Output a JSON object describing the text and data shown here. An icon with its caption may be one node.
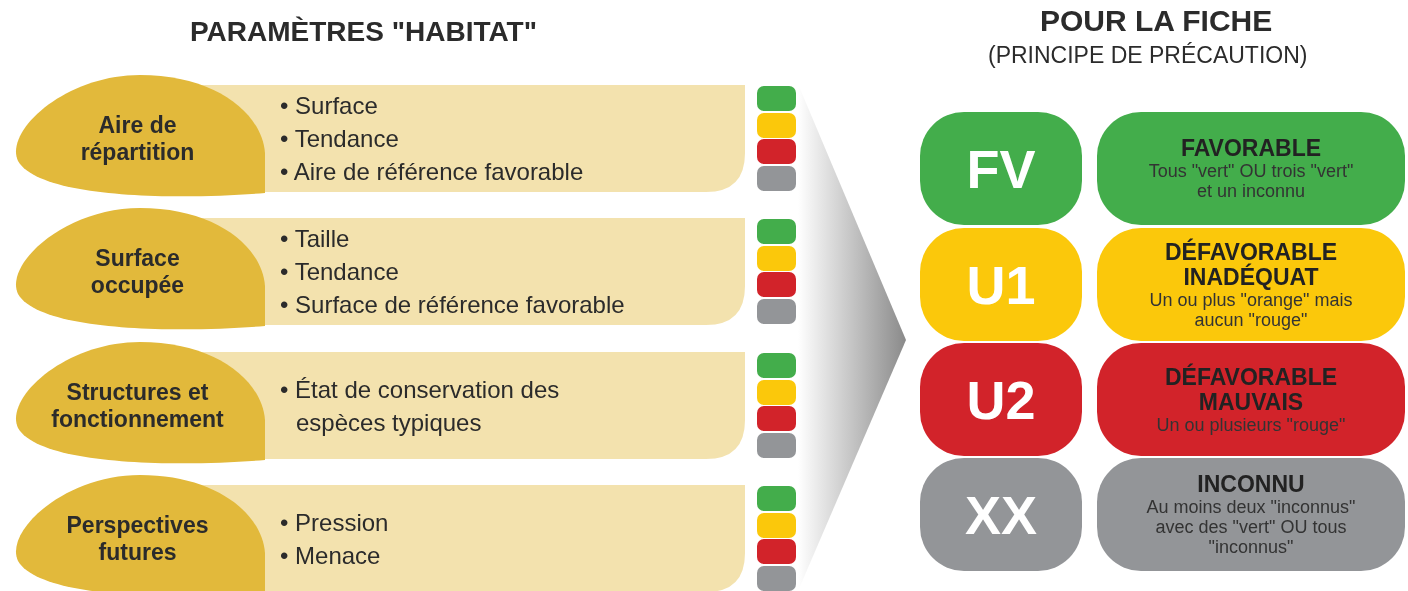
{
  "diagram": {
    "title": "PARAMÈTRES \"HABITAT\"",
    "nodes": [
      {
        "text": [
          "Aire de répartition",
          "• Surface",
          "• Tendance",
          "• Aire de référence favorable"
        ]
      },
      {
        "text": [
          "Surface occupée",
          "• Taille",
          "• Tendance",
          "• Surface de référence favorable"
        ]
      },
      {
        "text": [
          "Structures et fonctionnement",
          "• État de conservation des espèces typiques"
        ]
      },
      {
        "text": [
          "Perspectives futures",
          "• Pression",
          "• Menace"
        ]
      },
      {
        "text": [
          "FV"
        ]
      },
      {
        "text": [
          "FAVORABLE",
          "Tous \"vert\" OU trois \"vert\" et un inconnu"
        ]
      },
      {
        "text": [
          "U1"
        ]
      },
      {
        "text": [
          "DÉFAVORABLE INADÉQUAT",
          "Un ou plus \"orange\" mais aucun \"rouge\""
        ]
      },
      {
        "text": [
          "U2"
        ]
      },
      {
        "text": [
          "DÉFAVORABLE MAUVAIS",
          "Un ou plusieurs \"rouge\""
        ]
      },
      {
        "text": [
          "XX"
        ]
      },
      {
        "text": [
          "INCONNU",
          "Au moins deux \"inconnus\" avec des \"vert\" OU tous \"inconnus\""
        ]
      }
    ],
    "labels": [
      "POUR LA FICHE",
      "(PRINCIPE DE PRÉCAUTION)"
    ]
  }
}
